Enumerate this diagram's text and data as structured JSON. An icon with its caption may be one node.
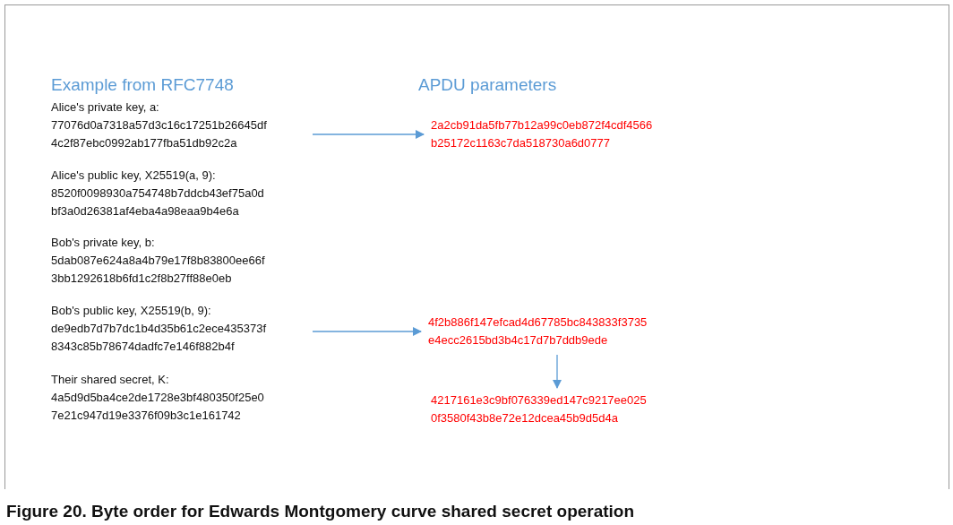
{
  "diagram": {
    "caption": "Figure 20.  Byte order for Edwards Montgomery curve shared secret operation",
    "nodes": [
      {
        "text": [
          "Alice's private key, a:",
          "77076d0a7318a57d3c16c17251b26645df 4c2f87ebc0992ab177fba51db92c2a"
        ]
      },
      {
        "text": [
          "Alice's public key, X25519(a, 9):",
          "8520f0098930a754748b7ddcb43ef75a0d bf3a0d26381af4eba4a98eaa9b4e6a"
        ]
      },
      {
        "text": [
          "Bob's private key, b:",
          "5dab087e624a8a4b79e17f8b83800ee66f 3bb1292618b6fd1c2f8b27ff88e0eb"
        ]
      },
      {
        "text": [
          "Bob's public key, X25519(b, 9):",
          "de9edb7d7b7dc1b4d35b61c2ece435373f 8343c85b78674dadfc7e146f882b4f"
        ]
      },
      {
        "text": [
          "Their shared secret, K:",
          "4a5d9d5ba4ce2de1728e3bf480350f25e0 7e21c947d19e3376f09b3c1e161742"
        ]
      },
      {
        "text": [
          "2a2cb91da5fb77b12a99c0eb872f4cdf4566 b25172c1163c7da518730a6d0777"
        ]
      },
      {
        "text": [
          "4f2b886f147efcad4d67785bc843833f3735 e4ecc2615bd3b4c17d7b7ddb9ede"
        ]
      },
      {
        "text": [
          "4217161e3c9bf076339ed147c9217ee025 0f3580f43b8e72e12dcea45b9d5d4a"
        ]
      }
    ],
    "edges": [
      {
        "from": 0,
        "to": 5,
        "arrow": "to"
      },
      {
        "from": 3,
        "to": 6,
        "arrow": "to"
      },
      {
        "from": 6,
        "to": 7,
        "arrow": "to"
      }
    ],
    "labels": [
      "Example from RFC7748",
      "APDU parameters"
    ]
  }
}
